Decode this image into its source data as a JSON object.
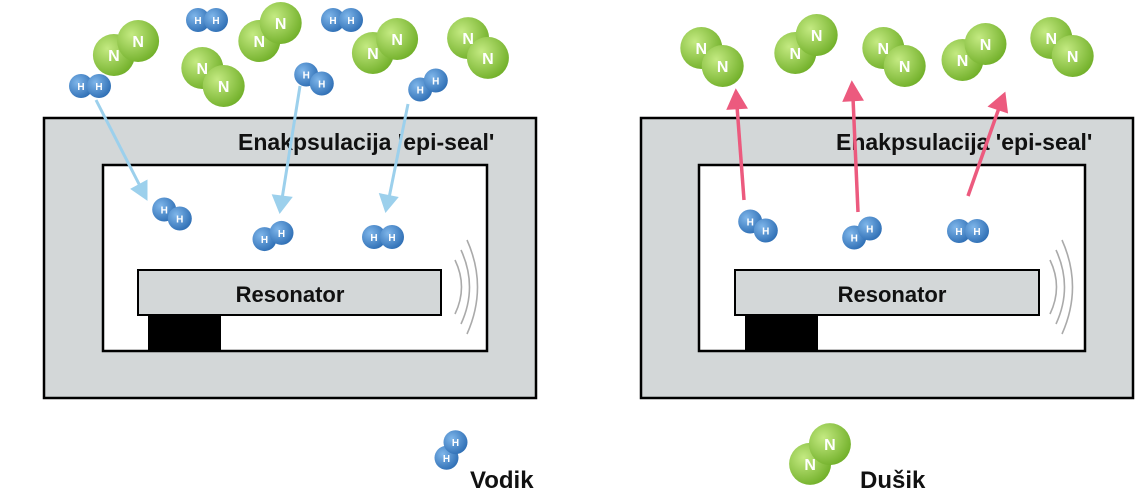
{
  "encapsulation_label": "Enakpsulacija 'epi-seal'",
  "resonator_label": "Resonator",
  "legend": {
    "hydrogen_label": "Vodik",
    "nitrogen_label": "Dušik"
  },
  "molecules": {
    "hydrogen_atom": "H",
    "nitrogen_atom": "N"
  },
  "colors": {
    "hydrogen": "#3b7fc4",
    "nitrogen": "#8cc63f",
    "hydrogen_arrow": "#9cd0ec",
    "nitrogen_arrow": "#ec5a7e",
    "encapsulation_fill": "#d3d7d8",
    "resonator_fill": "#d3d7d8",
    "anchor_fill": "#000000"
  },
  "panels": [
    {
      "name": "hydrogen-panel",
      "arrow_direction": "down"
    },
    {
      "name": "nitrogen-panel",
      "arrow_direction": "up"
    }
  ]
}
